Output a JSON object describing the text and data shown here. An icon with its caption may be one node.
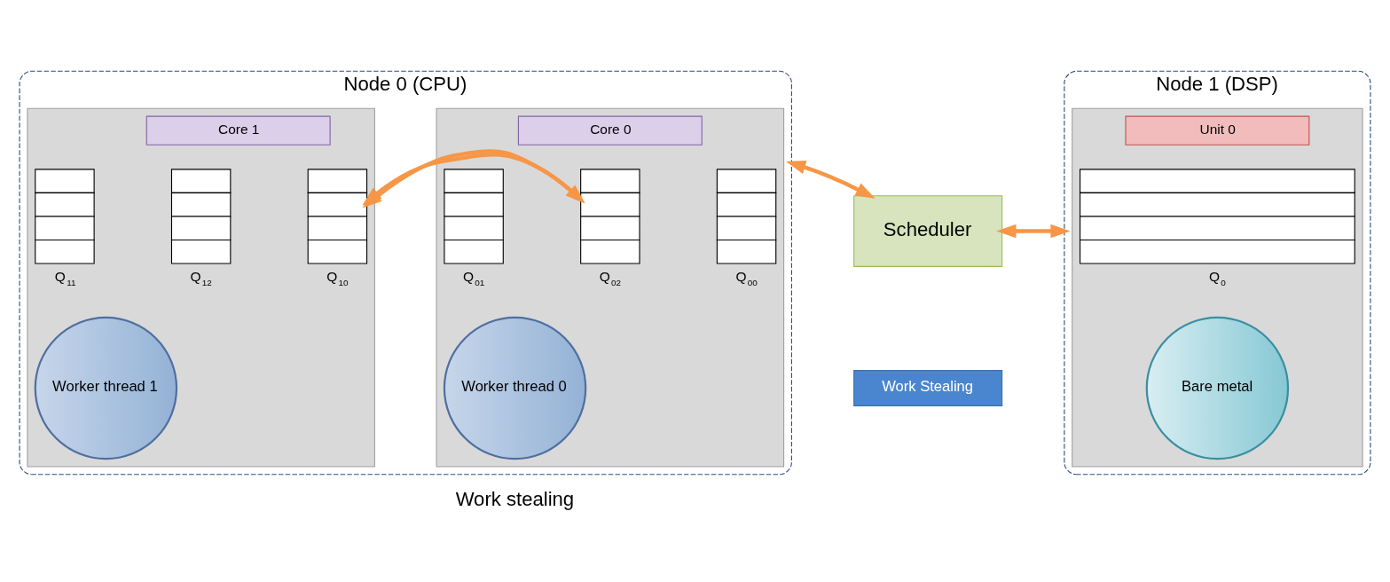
{
  "diagram": {
    "nodes": [
      {
        "text": [
          "Node 0 (CPU)"
        ],
        "beside": [
          "Work stealing"
        ]
      },
      {
        "text": [],
        "shape": "box",
        "in": 0
      },
      {
        "text": [
          "Core 0"
        ],
        "in": 1
      },
      {
        "text": [],
        "shape": "box",
        "beside": [
          "Q$_{00}$"
        ],
        "in": 1
      },
      {
        "text": [],
        "shape": "box",
        "beside": [
          "Q$_{01}$"
        ],
        "in": 1
      },
      {
        "text": [],
        "shape": "box",
        "beside": [
          "Q$_{02}$"
        ],
        "in": 1
      },
      {
        "text": [
          "Worker thread 0"
        ],
        "in": 1
      },
      {
        "text": [],
        "shape": "box",
        "in": 0
      },
      {
        "text": [
          "Core 1"
        ],
        "in": 7
      },
      {
        "text": [],
        "shape": "box",
        "beside": [
          "Q$_{10}$"
        ],
        "in": 7
      },
      {
        "text": [],
        "shape": "box",
        "beside": [
          "Q$_{11}$"
        ],
        "in": 7
      },
      {
        "text": [],
        "shape": "box",
        "beside": [
          "Q$_{12}$"
        ],
        "in": 7
      },
      {
        "text": [
          "Worker thread 1"
        ],
        "in": 7
      },
      {
        "text": [
          "Scheduler"
        ]
      },
      {
        "text": [
          "Work Stealing"
        ]
      },
      {
        "text": [
          "Node 1 (DSP)"
        ]
      },
      {
        "text": [],
        "shape": "box",
        "in": 15
      },
      {
        "text": [
          "Unit 0"
        ],
        "in": 16
      },
      {
        "text": [],
        "shape": "box",
        "beside": [
          "Q$_{0}$"
        ],
        "in": 16
      },
      {
        "text": [
          "Bare metal"
        ],
        "in": 16
      }
    ],
    "edges": [
      {
        "from": 1,
        "to": 7,
        "arrow": "both"
      },
      {
        "from": 0,
        "to": 13,
        "arrow": "both"
      },
      {
        "from": 13,
        "to": 15,
        "arrow": "both"
      }
    ]
  }
}
